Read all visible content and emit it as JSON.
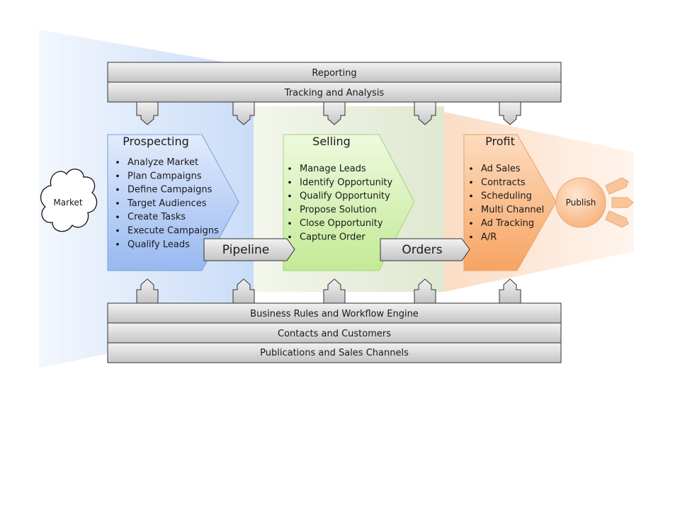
{
  "top_bars": [
    "Reporting",
    "Tracking and Analysis"
  ],
  "bottom_bars": [
    "Business Rules and Workflow Engine",
    "Contacts and Customers",
    "Publications and Sales Channels"
  ],
  "market": "Market",
  "prospecting": {
    "title": "Prospecting",
    "items": [
      "Analyze Market",
      "Plan Campaigns",
      "Define Campaigns",
      "Target Audiences",
      "Create Tasks",
      "Execute Campaigns",
      "Qualify Leads"
    ]
  },
  "selling": {
    "title": "Selling",
    "items": [
      "Manage Leads",
      "Identify Opportunity",
      "Qualify Opportunity",
      "Propose Solution",
      "Close Opportunity",
      "Capture Order"
    ]
  },
  "profit": {
    "title": "Profit",
    "items": [
      "Ad Sales",
      "Contracts",
      "Scheduling",
      "Multi Channel",
      "Ad Tracking",
      "A/R"
    ]
  },
  "pipeline": "Pipeline",
  "orders": "Orders",
  "publish": "Publish",
  "colors": {
    "prospecting": "#9dbcf2",
    "selling": "#c7ec9d",
    "profit": "#f8a868",
    "bar": "#d0d0d0"
  }
}
